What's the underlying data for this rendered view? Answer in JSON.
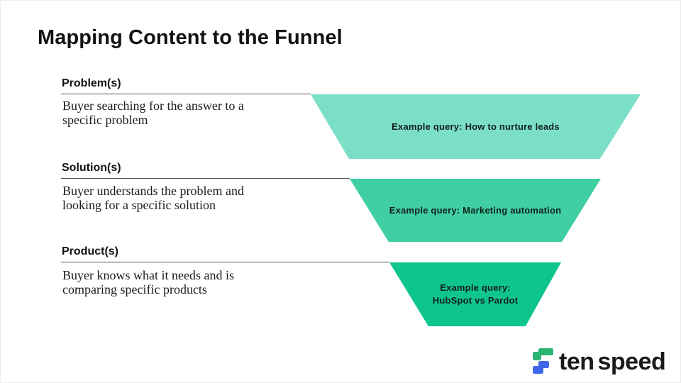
{
  "slide": {
    "title": "Mapping Content to the Funnel"
  },
  "funnel": {
    "stages": [
      {
        "label": "Problem(s)",
        "description": "Buyer searching for the answer to a specific problem",
        "query": "Example query: How to nurture leads",
        "fill": "#7BDFC8"
      },
      {
        "label": "Solution(s)",
        "description": "Buyer understands the problem and looking for a specific solution",
        "query": "Example query: Marketing automation",
        "fill": "#3FCFA3"
      },
      {
        "label": "Product(s)",
        "description": "Buyer knows what it needs and is comparing specific products",
        "query": "Example query: HubSpot vs Pardot",
        "fill": "#0EC68D"
      }
    ]
  },
  "logo": {
    "word1": "ten",
    "word2": "speed",
    "mark_green": "#2BB573",
    "mark_blue": "#3E68E7"
  },
  "colors": {
    "text": "#121212",
    "divider": "#4d4d4d",
    "background": "#ffffff"
  }
}
